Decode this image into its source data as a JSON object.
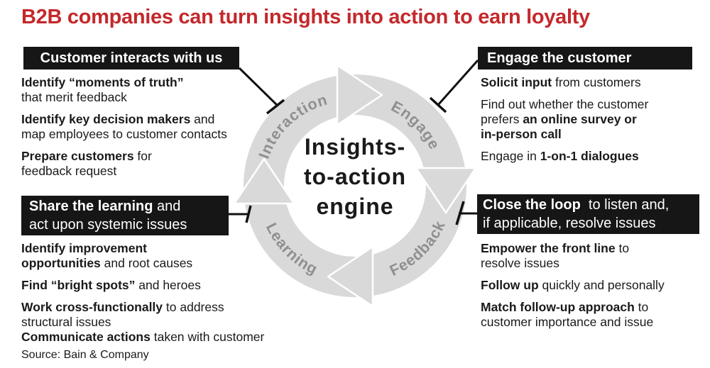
{
  "title": "B2B companies can turn insights into action to earn loyalty",
  "source_note": "Source: Bain & Company",
  "colors": {
    "title_red": "#c4282b",
    "panel_header_bg": "#161616",
    "panel_header_text": "#ffffff",
    "body_text": "#1a1a1a",
    "ring_gray": "#d9d9d9",
    "ring_label_gray": "#8f8f8f",
    "connector_black": "#111111",
    "background": "#ffffff"
  },
  "engine": {
    "center_label_lines": [
      "Insights-",
      "to-action",
      "engine"
    ],
    "ring_labels": {
      "top_left": "Interaction",
      "top_right": "Engage",
      "bottom_right": "Feedback",
      "bottom_left": "Learning"
    }
  },
  "panels": {
    "interaction": {
      "header": [
        {
          "t": "Customer interacts with us",
          "b": true
        }
      ],
      "items": [
        {
          "segs": [
            {
              "t": "Identify “moments of truth”",
              "b": true
            },
            {
              "br": true
            },
            {
              "t": "that merit feedback"
            }
          ]
        },
        {
          "segs": [
            {
              "t": "Identify key decision makers",
              "b": true
            },
            {
              "t": " and"
            },
            {
              "br": true
            },
            {
              "t": "map employees to customer contacts"
            }
          ]
        },
        {
          "segs": [
            {
              "t": "Prepare customers",
              "b": true
            },
            {
              "t": " for"
            },
            {
              "br": true
            },
            {
              "t": "feedback request"
            }
          ]
        }
      ]
    },
    "engage": {
      "header": [
        {
          "t": "Engage the customer",
          "b": true
        }
      ],
      "items": [
        {
          "segs": [
            {
              "t": "Solicit input",
              "b": true
            },
            {
              "t": " from customers"
            }
          ]
        },
        {
          "segs": [
            {
              "t": "Find out whether the customer"
            },
            {
              "br": true
            },
            {
              "t": "prefers "
            },
            {
              "t": "an online survey or",
              "b": true
            },
            {
              "br": true
            },
            {
              "t": "in-person call",
              "b": true
            }
          ]
        },
        {
          "segs": [
            {
              "t": "Engage in "
            },
            {
              "t": "1-on-1 dialogues",
              "b": true
            }
          ]
        }
      ]
    },
    "learning": {
      "header": [
        {
          "t": "Share the learning",
          "b": true
        },
        {
          "t": " and"
        },
        {
          "br": true
        },
        {
          "t": "act upon systemic issues"
        }
      ],
      "items": [
        {
          "segs": [
            {
              "t": "Identify improvement",
              "b": true
            },
            {
              "br": true
            },
            {
              "t": "opportunities",
              "b": true
            },
            {
              "t": " and root causes"
            }
          ]
        },
        {
          "segs": [
            {
              "t": "Find “bright spots”",
              "b": true
            },
            {
              "t": " and heroes"
            }
          ]
        },
        {
          "segs": [
            {
              "t": "Work cross-functionally",
              "b": true
            },
            {
              "t": " to address"
            },
            {
              "br": true
            },
            {
              "t": "structural issues"
            }
          ]
        },
        {
          "tight": true,
          "segs": [
            {
              "t": "Communicate actions",
              "b": true
            },
            {
              "t": " taken with customer"
            }
          ]
        }
      ]
    },
    "feedback": {
      "header": [
        {
          "t": "Close the loop",
          "b": true
        },
        {
          "t": "  to listen and,"
        },
        {
          "br": true
        },
        {
          "t": "if applicable, resolve issues"
        }
      ],
      "items": [
        {
          "segs": [
            {
              "t": "Empower the front line",
              "b": true
            },
            {
              "t": " to"
            },
            {
              "br": true
            },
            {
              "t": "resolve issues"
            }
          ]
        },
        {
          "segs": [
            {
              "t": "Follow up",
              "b": true
            },
            {
              "t": " quickly and personally"
            }
          ]
        },
        {
          "segs": [
            {
              "t": "Match follow-up approach",
              "b": true
            },
            {
              "t": " to"
            },
            {
              "br": true
            },
            {
              "t": "customer importance and issue"
            }
          ]
        }
      ]
    }
  }
}
